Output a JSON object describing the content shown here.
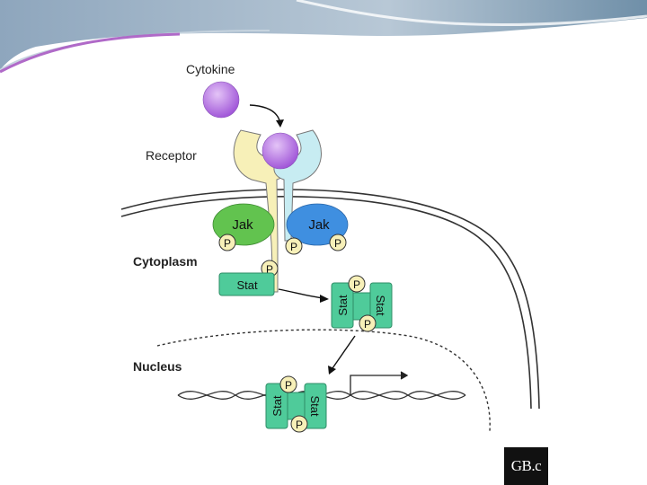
{
  "labels": {
    "cytokine": "Cytokine",
    "receptor": "Receptor",
    "cytoplasm": "Cytoplasm",
    "nucleus": "Nucleus"
  },
  "molecules": {
    "jak": "Jak",
    "stat": "Stat",
    "phosphate": "P"
  },
  "watermark": "GB.c",
  "colors": {
    "cytokine": "#b066e0",
    "receptor_left": "#f7f0b8",
    "receptor_right": "#c7ecf2",
    "jak_left": "#62c34f",
    "jak_right": "#3f8fe0",
    "stat": "#4fcb9a",
    "phosphate": "#f7f0b8",
    "slide_band": "#6f8fa8"
  }
}
